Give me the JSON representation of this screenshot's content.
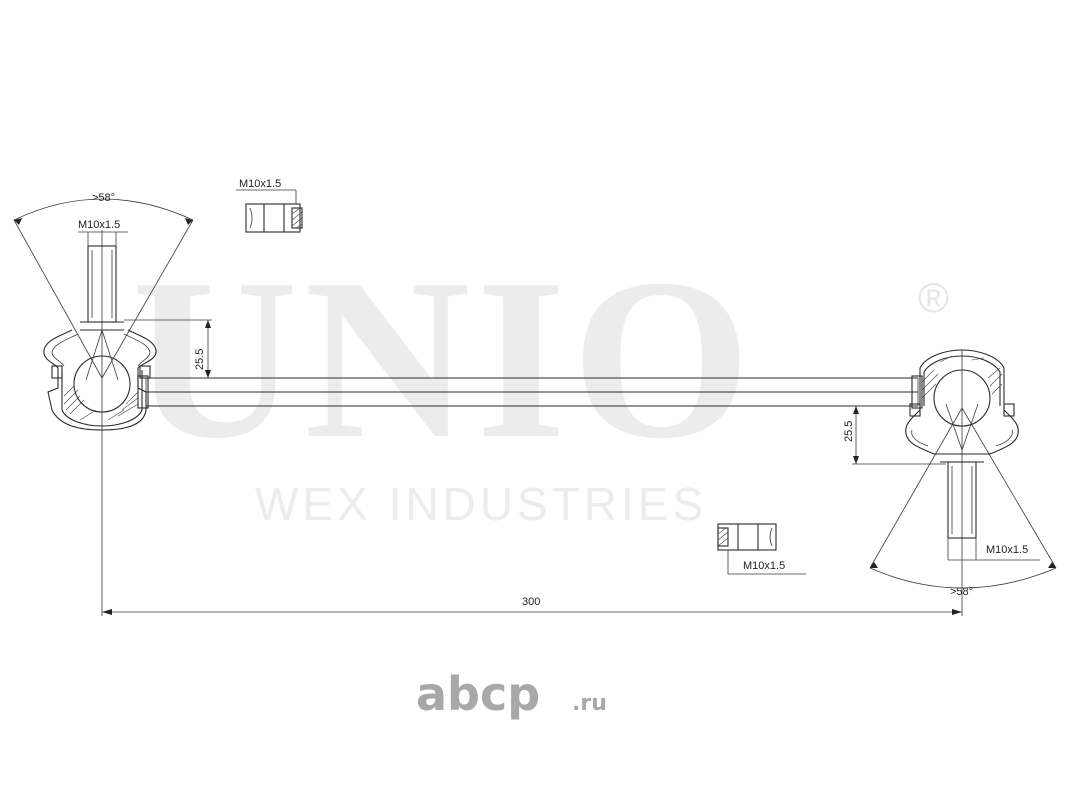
{
  "watermark": {
    "brand": "UNIO",
    "registered_mark": "®",
    "tagline": "WEX INDUSTRIES"
  },
  "dimensions": {
    "cone_angle_left": ">58°",
    "thread_left": "M10x1.5",
    "nut_left": "M10x1.5",
    "height_left": "25.5",
    "height_right": "25.5",
    "nut_right": "M10x1.5",
    "thread_right": "M10x1.5",
    "cone_angle_right": ">58°",
    "overall_length": "300"
  },
  "footer": {
    "logo": "abcp",
    "domain": ".ru"
  }
}
